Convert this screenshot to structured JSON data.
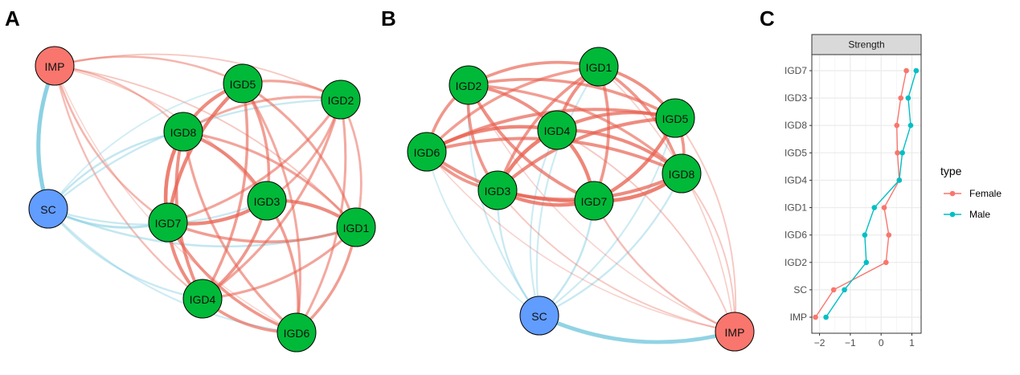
{
  "panels": {
    "a": {
      "letter": "A"
    },
    "b": {
      "letter": "B"
    },
    "c": {
      "letter": "C"
    }
  },
  "colors": {
    "positive_edge": "#e8604f",
    "negative_edge": "#7ccbdf",
    "node_item": "#00b938",
    "node_imp": "#f8766d",
    "node_sc": "#619cff",
    "female": "#f8766d",
    "male": "#00bfc4",
    "strip_bg": "#d9d9d9",
    "grid": "#ebebeb"
  },
  "networks": [
    {
      "id": "network-a",
      "nodes": [
        {
          "id": "IMP",
          "label": "IMP",
          "group": "imp"
        },
        {
          "id": "SC",
          "label": "SC",
          "group": "sc"
        },
        {
          "id": "IGD5",
          "label": "IGD5",
          "group": "item"
        },
        {
          "id": "IGD2",
          "label": "IGD2",
          "group": "item"
        },
        {
          "id": "IGD8",
          "label": "IGD8",
          "group": "item"
        },
        {
          "id": "IGD3",
          "label": "IGD3",
          "group": "item"
        },
        {
          "id": "IGD7",
          "label": "IGD7",
          "group": "item"
        },
        {
          "id": "IGD1",
          "label": "IGD1",
          "group": "item"
        },
        {
          "id": "IGD4",
          "label": "IGD4",
          "group": "item"
        },
        {
          "id": "IGD6",
          "label": "IGD6",
          "group": "item"
        }
      ],
      "edges": [
        {
          "from": "IMP",
          "to": "SC",
          "weight": -0.9
        },
        {
          "from": "IMP",
          "to": "IGD5",
          "weight": 0.35
        },
        {
          "from": "IMP",
          "to": "IGD2",
          "weight": 0.2
        },
        {
          "from": "IMP",
          "to": "IGD8",
          "weight": 0.3
        },
        {
          "from": "IMP",
          "to": "IGD3",
          "weight": 0.15
        },
        {
          "from": "IMP",
          "to": "IGD7",
          "weight": 0.35
        },
        {
          "from": "IMP",
          "to": "IGD1",
          "weight": 0.2
        },
        {
          "from": "IMP",
          "to": "IGD4",
          "weight": 0.3
        },
        {
          "from": "IMP",
          "to": "IGD6",
          "weight": 0.1
        },
        {
          "from": "SC",
          "to": "IGD8",
          "weight": -0.35
        },
        {
          "from": "SC",
          "to": "IGD2",
          "weight": -0.3
        },
        {
          "from": "SC",
          "to": "IGD3",
          "weight": -0.3
        },
        {
          "from": "SC",
          "to": "IGD7",
          "weight": -0.45
        },
        {
          "from": "SC",
          "to": "IGD1",
          "weight": -0.35
        },
        {
          "from": "SC",
          "to": "IGD4",
          "weight": -0.3
        },
        {
          "from": "SC",
          "to": "IGD6",
          "weight": -0.25
        },
        {
          "from": "SC",
          "to": "IGD5",
          "weight": -0.2
        },
        {
          "from": "IGD5",
          "to": "IGD2",
          "weight": 0.5
        },
        {
          "from": "IGD5",
          "to": "IGD8",
          "weight": 0.7
        },
        {
          "from": "IGD5",
          "to": "IGD3",
          "weight": 0.55
        },
        {
          "from": "IGD5",
          "to": "IGD7",
          "weight": 0.75
        },
        {
          "from": "IGD5",
          "to": "IGD1",
          "weight": 0.5
        },
        {
          "from": "IGD5",
          "to": "IGD4",
          "weight": 0.55
        },
        {
          "from": "IGD5",
          "to": "IGD6",
          "weight": 0.45
        },
        {
          "from": "IGD2",
          "to": "IGD8",
          "weight": 0.45
        },
        {
          "from": "IGD2",
          "to": "IGD3",
          "weight": 0.45
        },
        {
          "from": "IGD2",
          "to": "IGD7",
          "weight": 0.5
        },
        {
          "from": "IGD2",
          "to": "IGD1",
          "weight": 0.4
        },
        {
          "from": "IGD2",
          "to": "IGD4",
          "weight": 0.5
        },
        {
          "from": "IGD2",
          "to": "IGD6",
          "weight": 0.45
        },
        {
          "from": "IGD8",
          "to": "IGD3",
          "weight": 0.7
        },
        {
          "from": "IGD8",
          "to": "IGD7",
          "weight": 0.8
        },
        {
          "from": "IGD8",
          "to": "IGD1",
          "weight": 0.5
        },
        {
          "from": "IGD8",
          "to": "IGD4",
          "weight": 0.65
        },
        {
          "from": "IGD8",
          "to": "IGD6",
          "weight": 0.5
        },
        {
          "from": "IGD3",
          "to": "IGD7",
          "weight": 0.75
        },
        {
          "from": "IGD3",
          "to": "IGD1",
          "weight": 0.7
        },
        {
          "from": "IGD3",
          "to": "IGD4",
          "weight": 0.6
        },
        {
          "from": "IGD3",
          "to": "IGD6",
          "weight": 0.55
        },
        {
          "from": "IGD7",
          "to": "IGD1",
          "weight": 0.55
        },
        {
          "from": "IGD7",
          "to": "IGD4",
          "weight": 0.7
        },
        {
          "from": "IGD7",
          "to": "IGD6",
          "weight": 0.6
        },
        {
          "from": "IGD1",
          "to": "IGD4",
          "weight": 0.5
        },
        {
          "from": "IGD1",
          "to": "IGD6",
          "weight": 0.55
        },
        {
          "from": "IGD4",
          "to": "IGD6",
          "weight": 0.6
        }
      ]
    },
    {
      "id": "network-b",
      "nodes": [
        {
          "id": "IGD1",
          "label": "IGD1",
          "group": "item"
        },
        {
          "id": "IGD2",
          "label": "IGD2",
          "group": "item"
        },
        {
          "id": "IGD5",
          "label": "IGD5",
          "group": "item"
        },
        {
          "id": "IGD4",
          "label": "IGD4",
          "group": "item"
        },
        {
          "id": "IGD6",
          "label": "IGD6",
          "group": "item"
        },
        {
          "id": "IGD8",
          "label": "IGD8",
          "group": "item"
        },
        {
          "id": "IGD3",
          "label": "IGD3",
          "group": "item"
        },
        {
          "id": "IGD7",
          "label": "IGD7",
          "group": "item"
        },
        {
          "id": "SC",
          "label": "SC",
          "group": "sc"
        },
        {
          "id": "IMP",
          "label": "IMP",
          "group": "imp"
        }
      ],
      "edges": [
        {
          "from": "SC",
          "to": "IMP",
          "weight": -0.85
        },
        {
          "from": "SC",
          "to": "IGD1",
          "weight": -0.25
        },
        {
          "from": "SC",
          "to": "IGD2",
          "weight": -0.25
        },
        {
          "from": "SC",
          "to": "IGD5",
          "weight": -0.25
        },
        {
          "from": "SC",
          "to": "IGD4",
          "weight": -0.25
        },
        {
          "from": "SC",
          "to": "IGD6",
          "weight": -0.2
        },
        {
          "from": "SC",
          "to": "IGD8",
          "weight": -0.3
        },
        {
          "from": "SC",
          "to": "IGD3",
          "weight": -0.3
        },
        {
          "from": "SC",
          "to": "IGD7",
          "weight": -0.35
        },
        {
          "from": "IMP",
          "to": "IGD1",
          "weight": 0.15
        },
        {
          "from": "IMP",
          "to": "IGD2",
          "weight": 0.12
        },
        {
          "from": "IMP",
          "to": "IGD5",
          "weight": 0.2
        },
        {
          "from": "IMP",
          "to": "IGD4",
          "weight": 0.2
        },
        {
          "from": "IMP",
          "to": "IGD6",
          "weight": 0.12
        },
        {
          "from": "IMP",
          "to": "IGD8",
          "weight": 0.2
        },
        {
          "from": "IMP",
          "to": "IGD3",
          "weight": 0.2
        },
        {
          "from": "IMP",
          "to": "IGD7",
          "weight": 0.3
        },
        {
          "from": "IGD1",
          "to": "IGD2",
          "weight": 0.6
        },
        {
          "from": "IGD1",
          "to": "IGD5",
          "weight": 0.65
        },
        {
          "from": "IGD1",
          "to": "IGD4",
          "weight": 0.65
        },
        {
          "from": "IGD1",
          "to": "IGD6",
          "weight": 0.55
        },
        {
          "from": "IGD1",
          "to": "IGD8",
          "weight": 0.6
        },
        {
          "from": "IGD1",
          "to": "IGD3",
          "weight": 0.6
        },
        {
          "from": "IGD1",
          "to": "IGD7",
          "weight": 0.6
        },
        {
          "from": "IGD2",
          "to": "IGD5",
          "weight": 0.6
        },
        {
          "from": "IGD2",
          "to": "IGD4",
          "weight": 0.65
        },
        {
          "from": "IGD2",
          "to": "IGD6",
          "weight": 0.6
        },
        {
          "from": "IGD2",
          "to": "IGD8",
          "weight": 0.55
        },
        {
          "from": "IGD2",
          "to": "IGD3",
          "weight": 0.6
        },
        {
          "from": "IGD2",
          "to": "IGD7",
          "weight": 0.65
        },
        {
          "from": "IGD5",
          "to": "IGD4",
          "weight": 0.7
        },
        {
          "from": "IGD5",
          "to": "IGD6",
          "weight": 0.65
        },
        {
          "from": "IGD5",
          "to": "IGD8",
          "weight": 0.6
        },
        {
          "from": "IGD5",
          "to": "IGD3",
          "weight": 0.7
        },
        {
          "from": "IGD5",
          "to": "IGD7",
          "weight": 0.75
        },
        {
          "from": "IGD4",
          "to": "IGD6",
          "weight": 0.75
        },
        {
          "from": "IGD4",
          "to": "IGD8",
          "weight": 0.7
        },
        {
          "from": "IGD4",
          "to": "IGD3",
          "weight": 0.8
        },
        {
          "from": "IGD4",
          "to": "IGD7",
          "weight": 0.75
        },
        {
          "from": "IGD6",
          "to": "IGD8",
          "weight": 0.65
        },
        {
          "from": "IGD6",
          "to": "IGD3",
          "weight": 0.6
        },
        {
          "from": "IGD6",
          "to": "IGD7",
          "weight": 0.65
        },
        {
          "from": "IGD8",
          "to": "IGD3",
          "weight": 0.7
        },
        {
          "from": "IGD8",
          "to": "IGD7",
          "weight": 0.8
        },
        {
          "from": "IGD3",
          "to": "IGD7",
          "weight": 0.75
        }
      ]
    }
  ],
  "chart_data": {
    "type": "line",
    "strip_label": "Strength",
    "xlabel": "",
    "ylabel": "",
    "xlim": [
      -2.25,
      1.3
    ],
    "xticks": [
      -2,
      -1,
      0,
      1
    ],
    "xtick_labels": [
      "−2",
      "−1",
      "0",
      "1"
    ],
    "categories": [
      "IGD7",
      "IGD3",
      "IGD8",
      "IGD5",
      "IGD4",
      "IGD1",
      "IGD6",
      "IGD2",
      "SC",
      "IMP"
    ],
    "grid": true,
    "legend": {
      "title": "type",
      "placement": "right"
    },
    "series": [
      {
        "name": "Female",
        "color": "#f8766d",
        "values": [
          0.82,
          0.64,
          0.51,
          0.53,
          0.59,
          0.1,
          0.25,
          0.16,
          -1.54,
          -2.13
        ]
      },
      {
        "name": "Male",
        "color": "#00bfc4",
        "values": [
          1.14,
          0.88,
          0.96,
          0.69,
          0.59,
          -0.22,
          -0.53,
          -0.48,
          -1.19,
          -1.79
        ]
      }
    ]
  }
}
